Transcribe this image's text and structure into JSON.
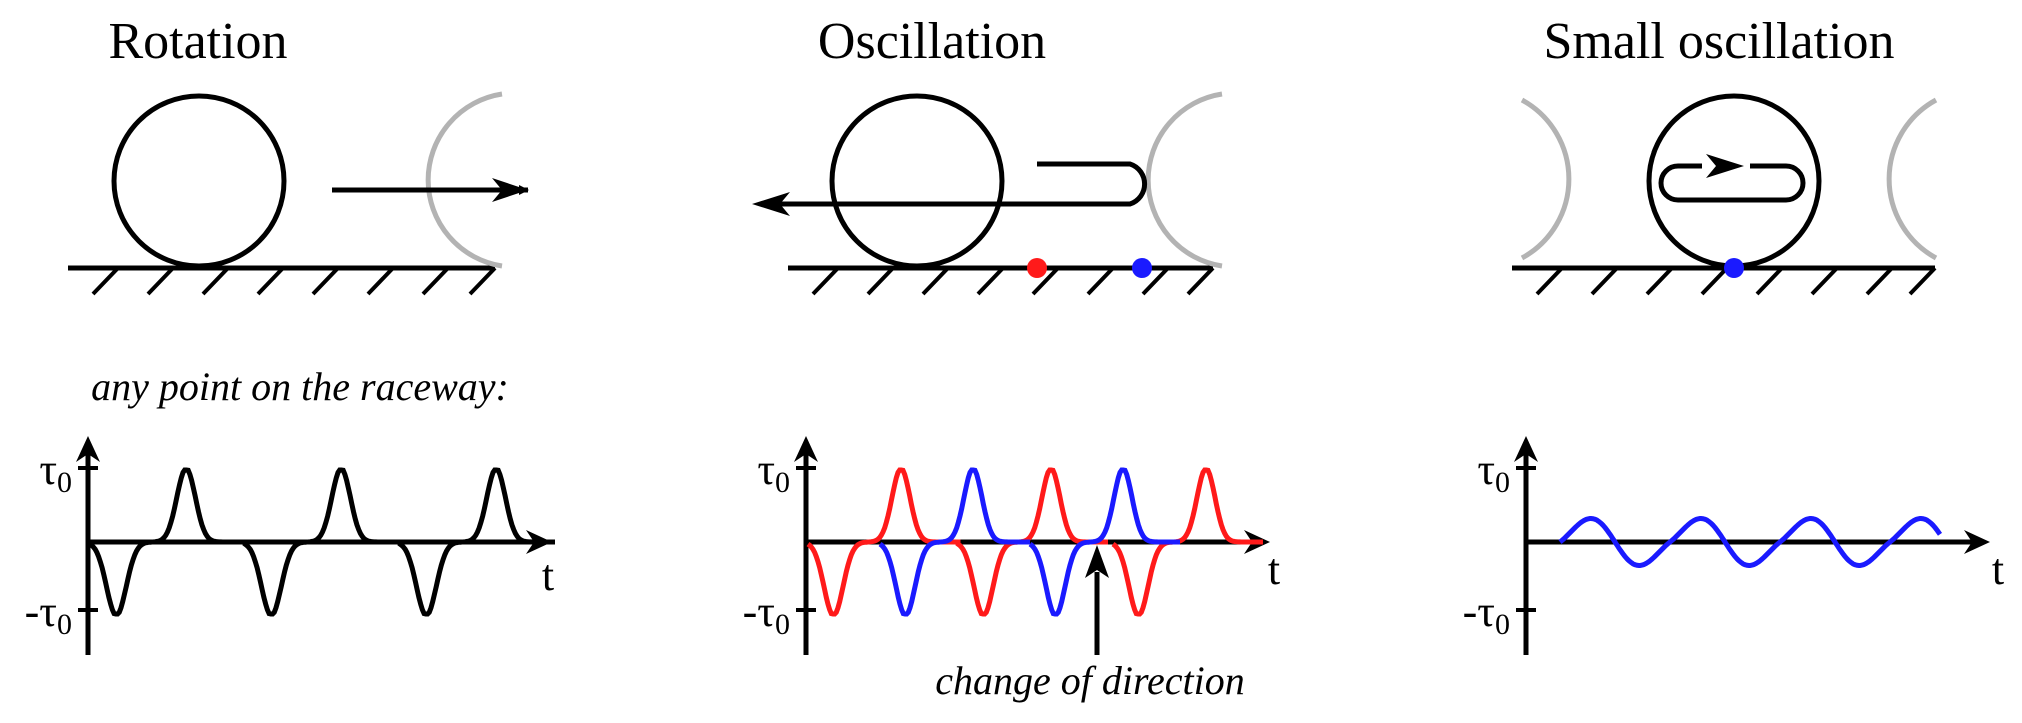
{
  "panels": [
    {
      "title": "Rotation",
      "caption": "any point on the raceway:"
    },
    {
      "title": "Oscillation",
      "caption": "change of direction"
    },
    {
      "title": "Small oscillation",
      "caption": ""
    }
  ],
  "axis": {
    "y_upper_label": "τ",
    "y_lower_label": "-τ",
    "y_subscript": "0",
    "x_label": "t"
  },
  "colors": {
    "ink": "#000000",
    "ghost": "#b3b3b3",
    "red_point": "#ff1a1a",
    "blue_point": "#1a1aff"
  }
}
